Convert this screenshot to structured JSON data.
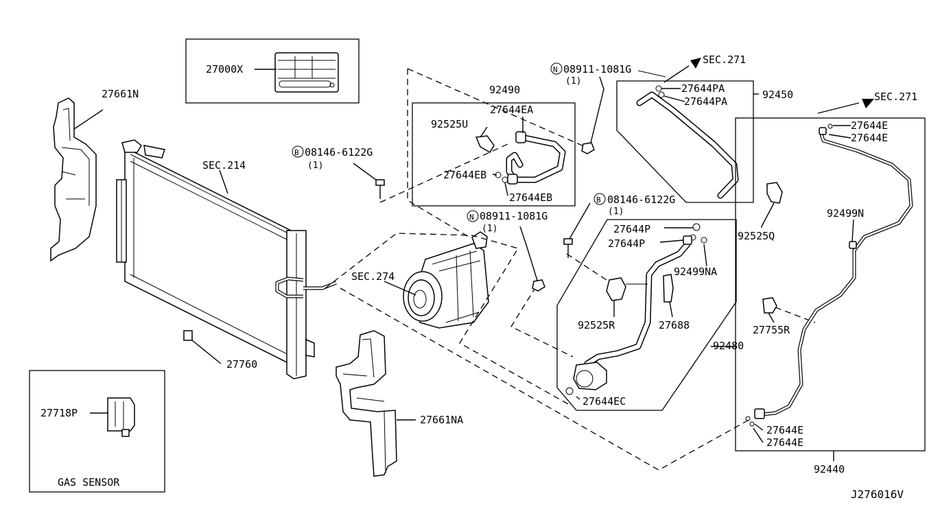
{
  "diagram_id": "J276016V",
  "inset_label": "GAS SENSOR",
  "labels": {
    "l27000X": "27000X",
    "l27661N": "27661N",
    "lSEC214": "SEC.214",
    "l27760": "27760",
    "l27718P": "27718P",
    "l92490": "92490",
    "l27644EA": "27644EA",
    "l92525U": "92525U",
    "l27644EB_1": "27644EB",
    "l27644EB_2": "27644EB",
    "l08146_a": "08146-6122G",
    "l08146_a_q": "(1)",
    "l08911_a": "08911-1081G",
    "l08911_a_q": "(1)",
    "l08911_b": "08911-1081G",
    "l08911_b_q": "(1)",
    "l08146_b": "08146-6122G",
    "l08146_b_q": "(1)",
    "lSEC274": "SEC.274",
    "l27661NA": "27661NA",
    "lSEC271_a": "SEC.271",
    "l27644PA_1": "27644PA",
    "l27644PA_2": "27644PA",
    "l92450": "92450",
    "l92525Q": "92525Q",
    "l27644P_1": "27644P",
    "l27644P_2": "27644P",
    "l92499NA": "92499NA",
    "l92525R": "92525R",
    "l27688": "27688",
    "l92480": "92480",
    "l27644EC": "27644EC",
    "lSEC271_b": "SEC.271",
    "l27644E_1": "27644E",
    "l27644E_2": "27644E",
    "l92499N": "92499N",
    "l27755R": "27755R",
    "l27644E_3": "27644E",
    "l27644E_4": "27644E",
    "l92440": "92440"
  },
  "markers": {
    "bolt": "B",
    "nut": "N"
  }
}
